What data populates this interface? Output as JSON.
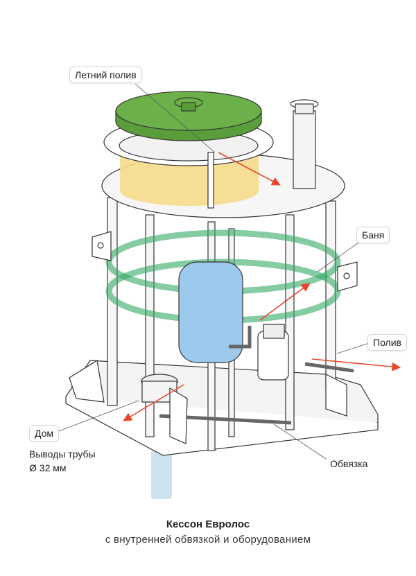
{
  "labels": {
    "summer_watering": "Летний полив",
    "bath": "Баня",
    "watering": "Полив",
    "house": "Дом",
    "pipe_outlets_line1": "Выводы трубы",
    "pipe_outlets_line2": "Ø 32 мм",
    "piping": "Обвязка"
  },
  "caption": {
    "title": "Кессон Евролос",
    "subtitle": "с внутренней обвязкой и оборудованием"
  },
  "colors": {
    "lid": "#6cb04a",
    "insulation": "#f6dc8c",
    "tank": "#9cc9ec",
    "arrow": "#e8472b",
    "rings": "#a9cfa3"
  }
}
